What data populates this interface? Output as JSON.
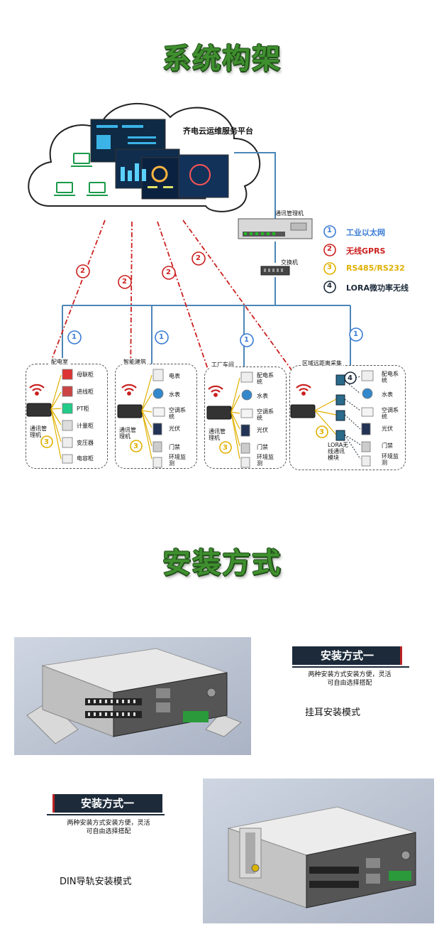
{
  "colors": {
    "title_green": "#3f8f2f",
    "ethernet_blue": "#3a7bd5",
    "gprs_red": "#cc1f1f",
    "rs485_yellow": "#e0b000",
    "lora_navy": "#1c2a3a",
    "line_blue": "#4a86b8"
  },
  "section1": {
    "title": "系统构架"
  },
  "cloud": {
    "platform_label": "齐电云运维服务平台"
  },
  "network": {
    "server_label": "通讯管理机",
    "switch_label": "交换机"
  },
  "legend": [
    {
      "num": "1",
      "label": "工业以太网",
      "color": "#3a7bd5"
    },
    {
      "num": "2",
      "label": "无线GPRS",
      "color": "#cc1f1f"
    },
    {
      "num": "3",
      "label": "RS485/RS232",
      "color": "#e0b000"
    },
    {
      "num": "4",
      "label": "LORA微功率无线",
      "color": "#1c2a3a"
    }
  ],
  "markers": {
    "one": "1",
    "two": "2",
    "three": "3",
    "four": "4"
  },
  "zones": [
    {
      "title": "配电室",
      "gateway": "通讯管理机",
      "items": [
        "母联柜",
        "进线柜",
        "PT柜",
        "计量柜",
        "变压器",
        "电容柜"
      ]
    },
    {
      "title": "智能建筑",
      "gateway": "通讯管理机",
      "items": [
        "电表",
        "水表",
        "空调系统",
        "光伏",
        "门禁",
        "环境监测"
      ]
    },
    {
      "title": "工厂车间",
      "gateway": "通讯管理机",
      "items": [
        "配电系统",
        "水表",
        "空调系统",
        "光伏",
        "门禁",
        "环境监测"
      ]
    },
    {
      "title": "区域远距离采集",
      "gateway": "",
      "lora_module": "LORA无线通讯模块",
      "items": [
        "配电系统",
        "水表",
        "空调系统",
        "光伏",
        "门禁",
        "环境监测"
      ]
    }
  ],
  "section2": {
    "title": "安装方式"
  },
  "install": [
    {
      "badge": "安装方式一",
      "desc_line1": "两种安装方式安装方便，灵活",
      "desc_line2": "可自由选择搭配",
      "mode": "挂耳安装模式"
    },
    {
      "badge": "安装方式一",
      "desc_line1": "两种安装方式安装方便，灵活",
      "desc_line2": "可自由选择搭配",
      "mode": "DIN导轨安装模式"
    }
  ]
}
